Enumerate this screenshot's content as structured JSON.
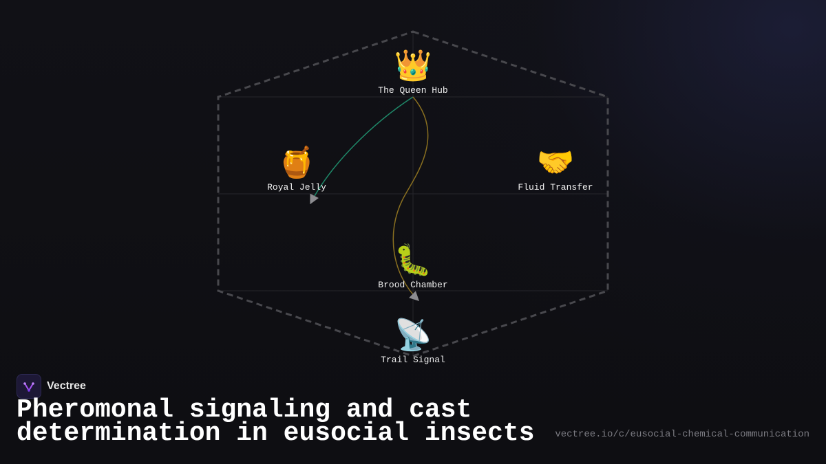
{
  "diagram": {
    "nodes": [
      {
        "id": "queen",
        "icon": "crown-icon",
        "emoji": "👑",
        "label": "The Queen Hub"
      },
      {
        "id": "jelly",
        "icon": "honey-pot-icon",
        "emoji": "🍯",
        "label": "Royal Jelly"
      },
      {
        "id": "fluid",
        "icon": "handshake-icon",
        "emoji": "🤝",
        "label": "Fluid Transfer"
      },
      {
        "id": "brood",
        "icon": "caterpillar-icon",
        "emoji": "🐛",
        "label": "Brood Chamber"
      },
      {
        "id": "trail",
        "icon": "satellite-antenna-icon",
        "emoji": "📡",
        "label": "Trail Signal"
      }
    ],
    "edges": [
      {
        "from": "queen",
        "to": "jelly",
        "color": "#1f8a6a"
      },
      {
        "from": "queen",
        "to": "brood",
        "color": "#8a7020"
      }
    ]
  },
  "brand": {
    "name": "Vectree",
    "accent": "#a855f7"
  },
  "title": "Pheromonal signaling and cast determination in eusocial insects",
  "url": "vectree.io/c/eusocial-chemical-communication"
}
